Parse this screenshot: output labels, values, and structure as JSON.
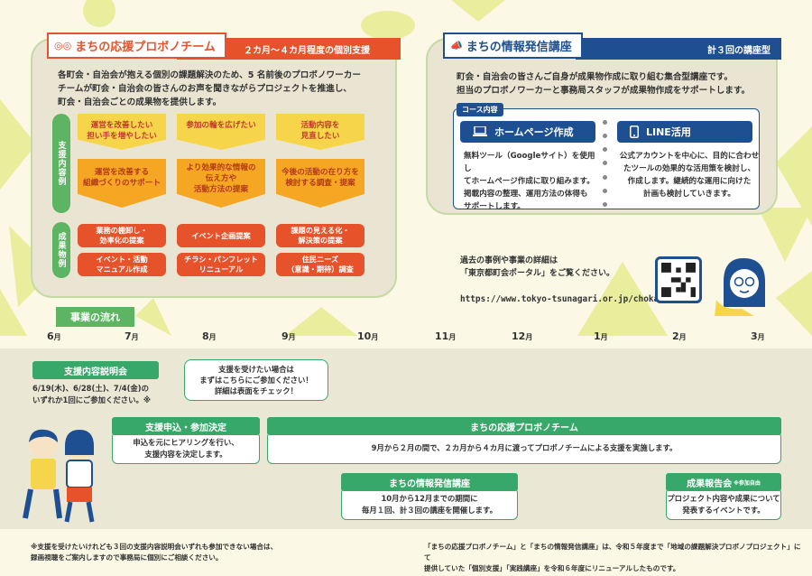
{
  "colors": {
    "orange": "#e6532b",
    "navy": "#1d4f91",
    "green": "#37a86a",
    "yellow": "#f7d54a",
    "amber": "#f5a623",
    "beige": "#eae5d2"
  },
  "probono": {
    "title": "まちの応援プロボノチーム",
    "subtitle": "２カ月〜４カ月程度の個別支援",
    "intro": [
      "各町会・自治会が抱える個別の課題解決のため、5 名前後のプロボノワーカー",
      "チームが町会・自治会の皆さんのお声を聞きながらプロジェクトを推進し、",
      "町会・自治会ごとの成果物を提供します。"
    ],
    "support_label": "支援内容例",
    "support_top": [
      "運営を改善したい\n担い手を増やしたい",
      "参加の輪を広げたい",
      "活動内容を\n見直したい"
    ],
    "support_bottom": [
      "運営を改善する\n組織づくりのサポート",
      "より効果的な情報の\n伝え方や\n活動方法の提案",
      "今後の活動の在り方を\n検討する調査・提案"
    ],
    "results_label": "成果物例",
    "results": [
      "業務の棚卸し・\n効率化の提案",
      "イベント企画提案",
      "課題の見える化・\n解決策の提案",
      "イベント・活動\nマニュアル作成",
      "チラシ・パンフレット\nリニューアル",
      "住民ニーズ\n（意識・期待）調査"
    ]
  },
  "media": {
    "title": "まちの情報発信講座",
    "subtitle": "計３回の講座型",
    "intro": [
      "町会・自治会の皆さんご自身が成果物作成に取り組む集合型講座です。",
      "担当のプロボノワーカーと事務局スタッフが成果物作成をサポートします。"
    ],
    "course_label": "コース内容",
    "courses": [
      {
        "title": "ホームページ作成",
        "icon": "laptop-icon",
        "text": [
          "無料ツール（Googleサイト）を使用し",
          "てホームページ作成に取り組みます。",
          "掲載内容の整理、運用方法の体得も",
          "サポートします。"
        ]
      },
      {
        "title": "LINE活用",
        "icon": "smartphone-icon",
        "text": [
          "公式アカウントを中心に、目的に合わせ",
          "たツールの効果的な活用策を検討し、",
          "作成します。継続的な運用に向けた",
          "計画も検討していきます。"
        ]
      }
    ]
  },
  "portal": {
    "text": [
      "過去の事例や事業の詳細は",
      "「東京都町会ポータル」をご覧ください。"
    ],
    "url": "https://www.tokyo-tsunagari.or.jp/chokai/"
  },
  "flow": {
    "title": "事業の流れ",
    "months": [
      "6",
      "7",
      "8",
      "9",
      "10",
      "11",
      "12",
      "1",
      "2",
      "3"
    ],
    "month_unit": "月",
    "briefing": {
      "title": "支援内容説明会",
      "text": [
        "6/19(木)、6/28(土)、7/4(金)の",
        "いずれか1回にご参加ください。※"
      ]
    },
    "note": [
      "支援を受けたい場合は",
      "まずはこちらにご参加ください！",
      "詳細は表面をチェック！"
    ],
    "application": {
      "title": "支援申込・参加決定",
      "text": [
        "申込を元にヒアリングを行い、",
        "支援内容を決定します。"
      ]
    },
    "probono_team": {
      "title": "まちの応援プロボノチーム",
      "text": "9月から２月の間で、２カ月から４カ月に渡ってプロボノチームによる支援を実施します。"
    },
    "media_course": {
      "title": "まちの情報発信講座",
      "text": [
        "10月から12月までの期間に",
        "毎月１回、計３回の講座を開催します。"
      ]
    },
    "report": {
      "title": "成果報告会",
      "suffix": "※参加自由",
      "text": [
        "プロジェクト内容や成果について",
        "発表するイベントです。"
      ]
    }
  },
  "footnotes": {
    "left": [
      "※支援を受けたいけれども３回の支援内容説明会いずれも参加できない場合は、",
      "録画視聴をご案内しますので事務局に個別にご相談ください。"
    ],
    "right": [
      "「まちの応援プロボノチーム」と「まちの情報発信講座」は、令和５年度まで「地域の課題解決プロボノプロジェクト」にて",
      "提供していた「個別支援」「実践講座」を令和６年度にリニューアルしたものです。"
    ]
  }
}
